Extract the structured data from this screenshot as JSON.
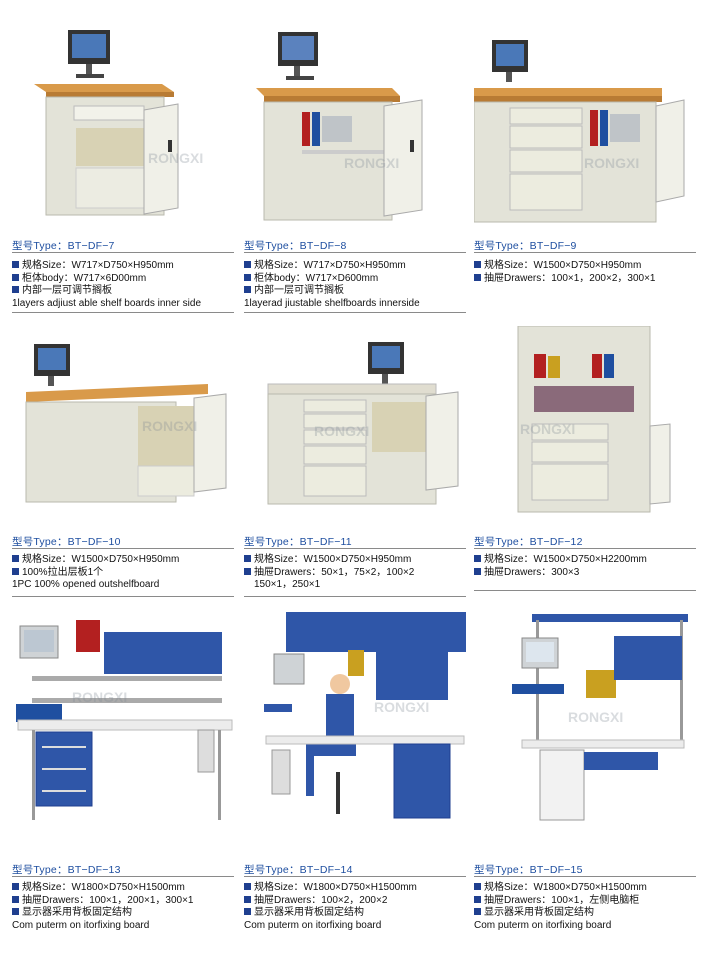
{
  "products": [
    {
      "type_label": "型号Type：BT−DF−7",
      "specs": [
        {
          "bullet": true,
          "text": "规格Size：W717×D750×H950mm"
        },
        {
          "bullet": true,
          "text": "柜体body：W717×6D00mm"
        },
        {
          "bullet": true,
          "text": "内部一层可调节搁板"
        },
        {
          "bullet": false,
          "text": "1layers adjiust able shelf boards inner side"
        }
      ]
    },
    {
      "type_label": "型号Type：BT−DF−8",
      "specs": [
        {
          "bullet": true,
          "text": "规格Size：W717×D750×H950mm"
        },
        {
          "bullet": true,
          "text": "柜体body：W717×D600mm"
        },
        {
          "bullet": true,
          "text": "内部一层可调节搁板"
        },
        {
          "bullet": false,
          "text": "1layerad jiustable shelfboards innerside"
        }
      ]
    },
    {
      "type_label": "型号Type：BT−DF−9",
      "specs": [
        {
          "bullet": true,
          "text": "规格Size：W1500×D750×H950mm"
        },
        {
          "bullet": true,
          "text": "抽屉Drawers：100×1，200×2，300×1"
        }
      ]
    },
    {
      "type_label": "型号Type：BT−DF−10",
      "specs": [
        {
          "bullet": true,
          "text": "规格Size：W1500×D750×H950mm"
        },
        {
          "bullet": true,
          "text": "100%拉出层板1个"
        },
        {
          "bullet": false,
          "text": "1PC 100% opened outshelfboard"
        }
      ]
    },
    {
      "type_label": "型号Type：BT−DF−11",
      "specs": [
        {
          "bullet": true,
          "text": "规格Size：W1500×D750×H950mm"
        },
        {
          "bullet": true,
          "text": "抽屉Drawers：50×1，75×2，100×2"
        },
        {
          "bullet": false,
          "text": "150×1，250×1",
          "sub": true
        }
      ]
    },
    {
      "type_label": "型号Type：BT−DF−12",
      "specs": [
        {
          "bullet": true,
          "text": "规格Size：W1500×D750×H2200mm"
        },
        {
          "bullet": true,
          "text": "抽屉Drawers：300×3"
        }
      ]
    },
    {
      "type_label": "型号Type：BT−DF−13",
      "specs": [
        {
          "bullet": true,
          "text": "规格Size：W1800×D750×H1500mm"
        },
        {
          "bullet": true,
          "text": "抽屉Drawers：100×1，200×1，300×1"
        },
        {
          "bullet": true,
          "text": "显示器采用背板固定结构"
        },
        {
          "bullet": false,
          "text": "Com puterm on itorfixing board"
        }
      ]
    },
    {
      "type_label": "型号Type：BT−DF−14",
      "specs": [
        {
          "bullet": true,
          "text": "规格Size：W1800×D750×H1500mm"
        },
        {
          "bullet": true,
          "text": "抽屉Drawers：100×2，200×2"
        },
        {
          "bullet": true,
          "text": "显示器采用背板固定结构"
        },
        {
          "bullet": false,
          "text": "Com puterm on itorfixing board"
        }
      ]
    },
    {
      "type_label": "型号Type：BT−DF−15",
      "specs": [
        {
          "bullet": true,
          "text": "规格Size：W1800×D750×H1500mm"
        },
        {
          "bullet": true,
          "text": "抽屉Drawers：100×1，左侧电脑柜"
        },
        {
          "bullet": true,
          "text": "显示器采用背板固定结构"
        },
        {
          "bullet": false,
          "text": "Com puterm on itorfixing board"
        }
      ]
    }
  ],
  "watermark": "RONGXI"
}
